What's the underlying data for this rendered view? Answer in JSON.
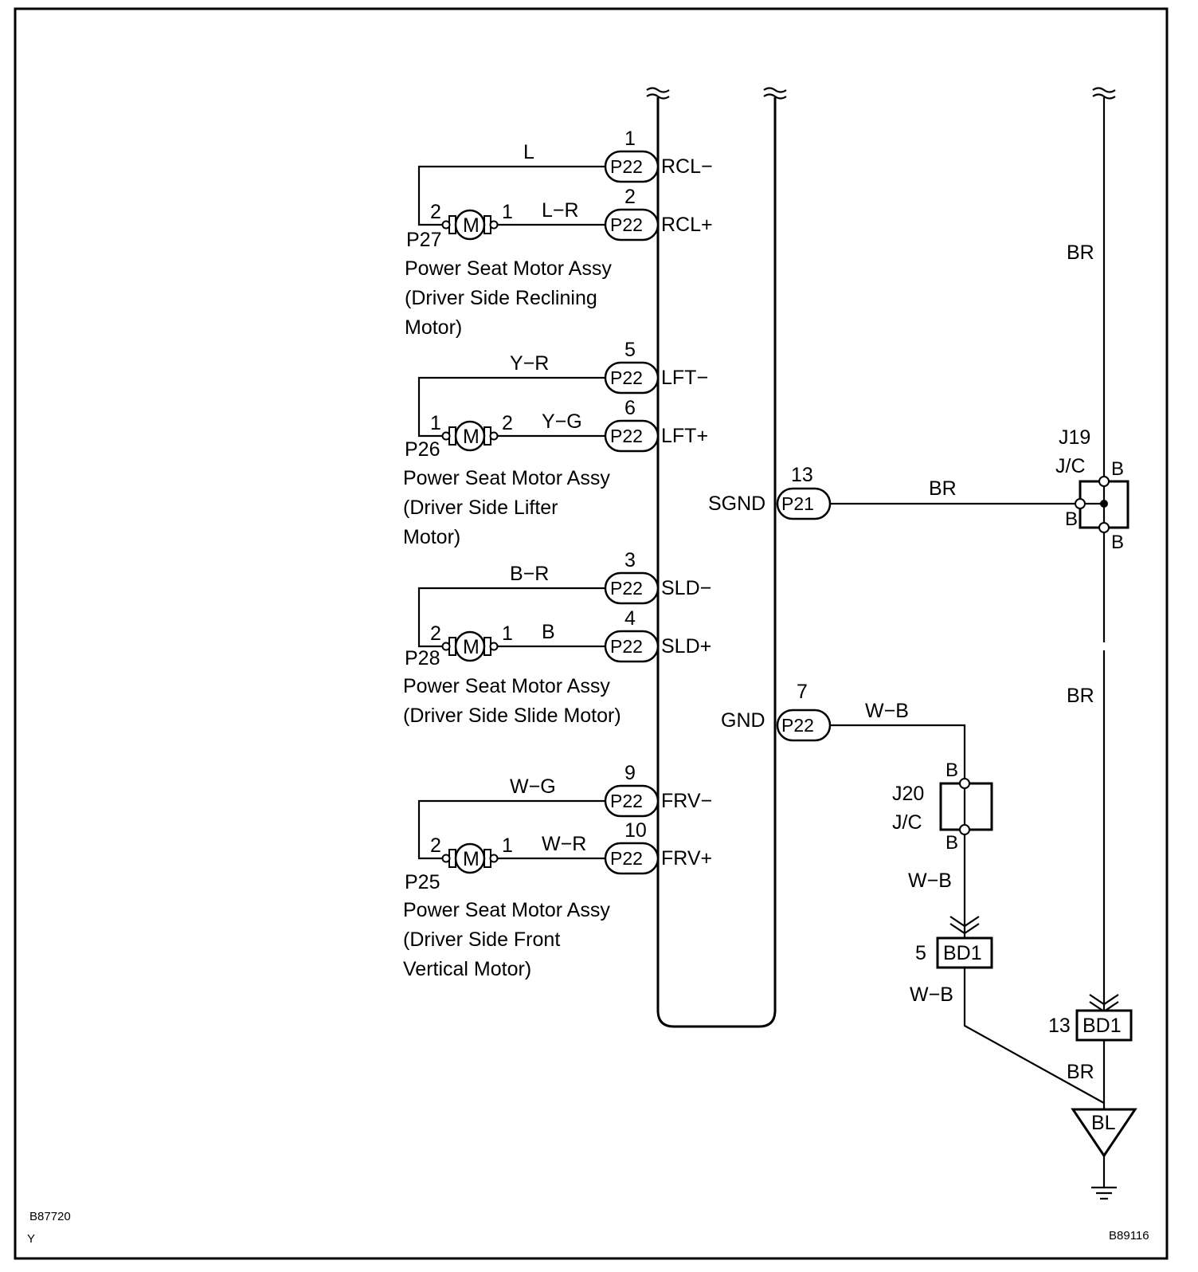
{
  "motors": [
    {
      "id": "P27",
      "name_lines": [
        "Power Seat Motor Assy",
        "(Driver Side Reclining",
        "Motor)"
      ],
      "motor_symbol": "M",
      "left_pin": "2",
      "right_pin": "1",
      "upper": {
        "wire": "L",
        "pin": "1",
        "connector": "P22",
        "signal": "RCL−"
      },
      "lower": {
        "wire": "L−R",
        "pin": "2",
        "connector": "P22",
        "signal": "RCL+"
      }
    },
    {
      "id": "P26",
      "name_lines": [
        "Power Seat Motor Assy",
        "(Driver Side Lifter",
        "Motor)"
      ],
      "motor_symbol": "M",
      "left_pin": "1",
      "right_pin": "2",
      "upper": {
        "wire": "Y−R",
        "pin": "5",
        "connector": "P22",
        "signal": "LFT−"
      },
      "lower": {
        "wire": "Y−G",
        "pin": "6",
        "connector": "P22",
        "signal": "LFT+"
      }
    },
    {
      "id": "P28",
      "name_lines": [
        "Power Seat Motor Assy",
        "(Driver Side Slide Motor)",
        ""
      ],
      "motor_symbol": "M",
      "left_pin": "2",
      "right_pin": "1",
      "upper": {
        "wire": "B−R",
        "pin": "3",
        "connector": "P22",
        "signal": "SLD−"
      },
      "lower": {
        "wire": "B",
        "pin": "4",
        "connector": "P22",
        "signal": "SLD+"
      }
    },
    {
      "id": "P25",
      "name_lines": [
        "Power Seat Motor Assy",
        "(Driver Side Front",
        "Vertical Motor)"
      ],
      "motor_symbol": "M",
      "left_pin": "2",
      "right_pin": "1",
      "upper": {
        "wire": "W−G",
        "pin": "9",
        "connector": "P22",
        "signal": "FRV−"
      },
      "lower": {
        "wire": "W−R",
        "pin": "10",
        "connector": "P22",
        "signal": "FRV+"
      }
    }
  ],
  "sgnd": {
    "signal": "SGND",
    "pin": "13",
    "connector": "P21",
    "wire": "BR"
  },
  "gnd": {
    "signal": "GND",
    "pin": "7",
    "connector": "P22",
    "wire": "W−B"
  },
  "j19": {
    "id": "J19",
    "type": "J/C",
    "pin_top": "B",
    "pin_left": "B",
    "pin_bottom": "B"
  },
  "j20": {
    "id": "J20",
    "type": "J/C",
    "pin_top": "B",
    "pin_bottom": "B"
  },
  "right_trunk": {
    "wire_upper": "BR",
    "wire_middle": "BR",
    "wire_lower": "BR"
  },
  "bd1_left": {
    "pin": "5",
    "connector": "BD1",
    "wire_above": "W−B",
    "wire_below": "W−B"
  },
  "bd1_right": {
    "pin": "13",
    "connector": "BD1"
  },
  "ground_point": {
    "label": "BL"
  },
  "codes": {
    "left_code": "B87720",
    "left_letter": "Y",
    "right_code": "B89116"
  }
}
